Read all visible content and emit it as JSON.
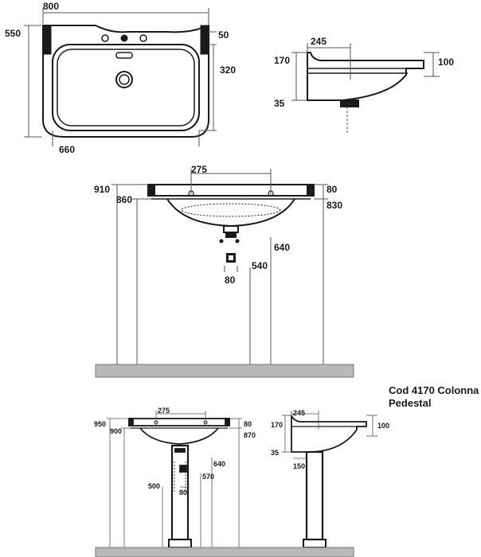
{
  "top_view": {
    "width": "800",
    "depth": "550",
    "rim": "50",
    "bowl_depth": "320",
    "bowl_width": "660"
  },
  "side_view": {
    "projection": "245",
    "height": "170",
    "front_height": "100",
    "lower": "35"
  },
  "front_view": {
    "tap_spacing": "275",
    "rim_height": "910",
    "rim_inner_height": "860",
    "top_thickness": "80",
    "basin_height": "830",
    "waste_height": "640",
    "trap_height": "540",
    "trap_width": "80"
  },
  "pedestal": {
    "code_line1": "Cod 4170 Colonna",
    "code_line2": "Pedestal",
    "front": {
      "tap_spacing": "275",
      "rim_height": "950",
      "rim_inner_height": "900",
      "top_thickness": "80",
      "basin_height": "870",
      "waste_height": "640",
      "trap_height": "570",
      "column_height": "500",
      "trap_width": "80"
    },
    "side": {
      "projection": "245",
      "height": "170",
      "front_height": "100",
      "lower": "35",
      "column_depth": "150"
    }
  },
  "colors": {
    "line": "#1a1a1a",
    "floor": "#b8b8b8",
    "dim_line": "#555555"
  }
}
